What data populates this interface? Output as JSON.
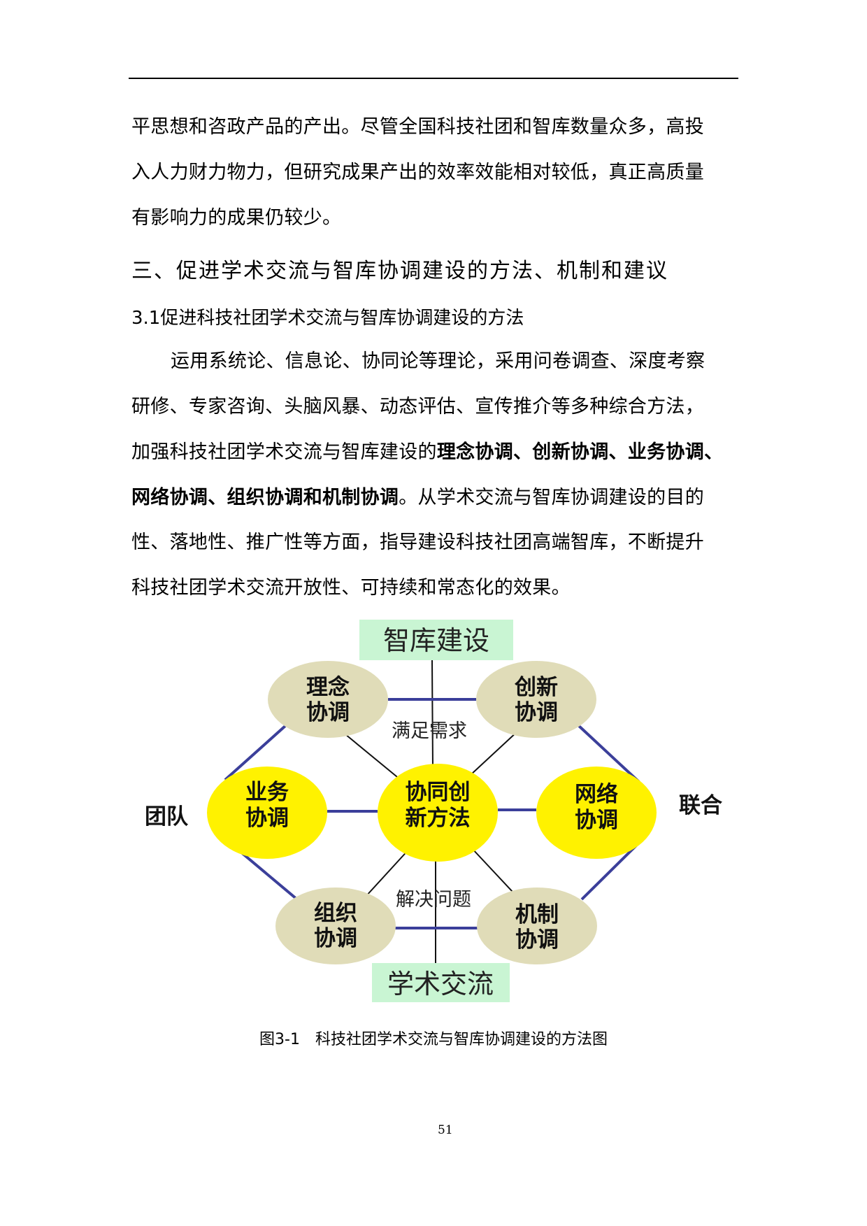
{
  "paragraph1": [
    "平思想和咨政产品的产出。尽管全国科技社团和智库数量众多，高投",
    "入人力财力物力，但研究成果产出的效率效能相对较低，真正高质量",
    "有影响力的成果仍较少。"
  ],
  "heading_section": "三、促进学术交流与智库协调建设的方法、机制和建议",
  "heading_sub": "3.1促进科技社团学术交流与智库协调建设的方法",
  "paragraph2": {
    "l1": "运用系统论、信息论、协同论等理论，采用问卷调查、深度考察",
    "l2": "研修、专家咨询、头脑风暴、动态评估、宣传推介等多种综合方法，",
    "l3_plain": "加强科技社团学术交流与智库建设的",
    "l3_bold": "理念协调、创新协调、业务协调、",
    "l4_bold": "网络协调、组织协调和机制协调",
    "l4_plain": "。从学术交流与智库协调建设的目的",
    "l5": "性、落地性、推广性等方面，指导建设科技社团高端智库，不断提升",
    "l6": "科技社团学术交流开放性、可持续和常态化的效果。"
  },
  "diagram": {
    "top_box": "智库建设",
    "bottom_box": "学术交流",
    "left_label": "团队",
    "right_label": "联合",
    "upper_note": "满足需求",
    "lower_note": "解决问题",
    "center": [
      "协同创",
      "新方法"
    ],
    "nodes": {
      "linian": [
        "理念",
        "协调"
      ],
      "chuangxin": [
        "创新",
        "协调"
      ],
      "yewu": [
        "业务",
        "协调"
      ],
      "wangluo": [
        "网络",
        "协调"
      ],
      "zuzhi": [
        "组织",
        "协调"
      ],
      "jizhi": [
        "机制",
        "协调"
      ]
    },
    "colors": {
      "box": "#c9f5d3",
      "beige": "#e0dcb8",
      "yellow": "#fff200",
      "blue_line": "#3b3f9a"
    }
  },
  "caption": "图3-1　科技社团学术交流与智库协调建设的方法图",
  "page_number": "51"
}
